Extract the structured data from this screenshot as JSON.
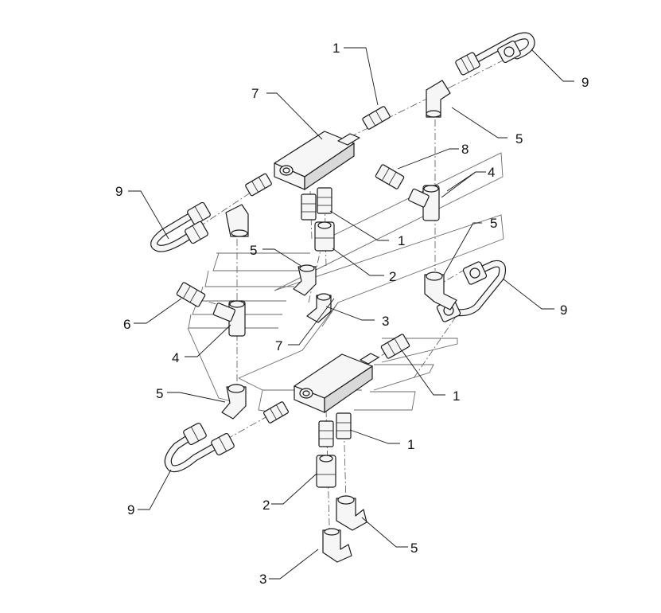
{
  "diagram": {
    "callouts": [
      {
        "id": "c1a",
        "label": "1"
      },
      {
        "id": "c9a",
        "label": "9"
      },
      {
        "id": "c7a",
        "label": "7"
      },
      {
        "id": "c5a",
        "label": "5"
      },
      {
        "id": "c8",
        "label": "8"
      },
      {
        "id": "c4a",
        "label": "4"
      },
      {
        "id": "c9b",
        "label": "9"
      },
      {
        "id": "c1b",
        "label": "1"
      },
      {
        "id": "c5b",
        "label": "5"
      },
      {
        "id": "c5c",
        "label": "5"
      },
      {
        "id": "c2a",
        "label": "2"
      },
      {
        "id": "c9c",
        "label": "9"
      },
      {
        "id": "c6",
        "label": "6"
      },
      {
        "id": "c3a",
        "label": "3"
      },
      {
        "id": "c7b",
        "label": "7"
      },
      {
        "id": "c4b",
        "label": "4"
      },
      {
        "id": "c1c",
        "label": "1"
      },
      {
        "id": "c5d",
        "label": "5"
      },
      {
        "id": "c1d",
        "label": "1"
      },
      {
        "id": "c9d",
        "label": "9"
      },
      {
        "id": "c2b",
        "label": "2"
      },
      {
        "id": "c5e",
        "label": "5"
      },
      {
        "id": "c3b",
        "label": "3"
      }
    ]
  }
}
